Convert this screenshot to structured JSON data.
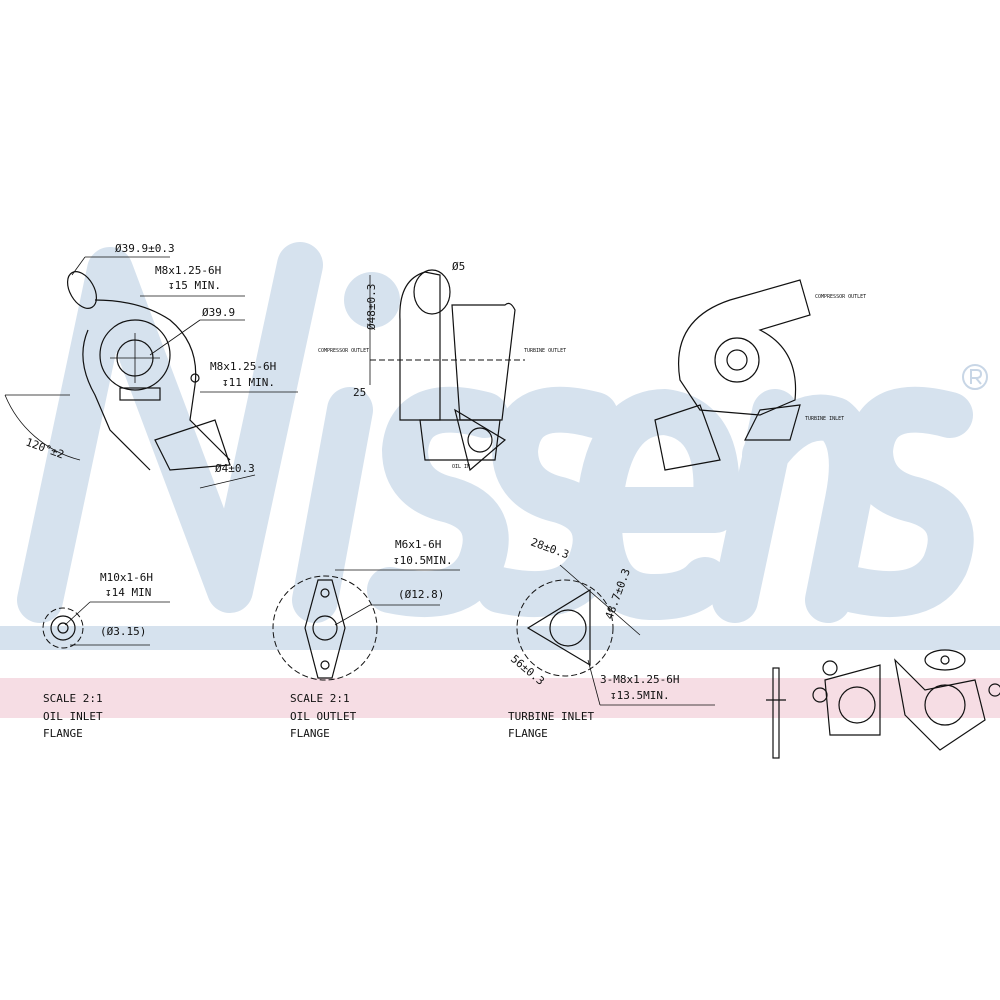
{
  "watermark": {
    "brand": "Nissens",
    "registered": "®",
    "color": "#d6e2ee"
  },
  "bands": {
    "blue": "#d6e2ee",
    "pink": "#f6dde4"
  },
  "front_view": {
    "dim_outlet_dia": "Ø39.9±0.3",
    "thread_1": "M8x1.25-6H",
    "depth_1": "↧15 MIN.",
    "dim_center_dia": "Ø39.9",
    "thread_2": "M8x1.25-6H",
    "depth_2": "↧11 MIN.",
    "angle": "120°±2",
    "dim_small_dia": "Ø4±0.3"
  },
  "side_view": {
    "dim_vertical": "Ø48±0.3",
    "dim_top": "Ø5",
    "dim_25": "25",
    "compressor_outlet": "COMPRESSOR OUTLET",
    "turbine_outlet": "TURBINE OUTLET",
    "oil_inlet": "OIL IN"
  },
  "rear_view": {
    "compressor_outlet": "COMPRESSOR OUTLET",
    "turbine_inlet": "TURBINE INLET"
  },
  "oil_inlet": {
    "thread": "M10x1-6H",
    "depth": "↧14 MIN",
    "dia": "(Ø3.15)",
    "scale": "SCALE 2:1",
    "name_1": "OIL INLET",
    "name_2": "FLANGE"
  },
  "oil_outlet": {
    "thread": "M6x1-6H",
    "depth": "↧10.5MIN.",
    "dia": "(Ø12.8)",
    "scale": "SCALE 2:1",
    "name_1": "OIL OUTLET",
    "name_2": "FLANGE"
  },
  "turbine_inlet": {
    "dim_top": "28±0.3",
    "dim_diag": "48.7±0.3",
    "dim_bottom": "56±0.3",
    "thread": "3-M8x1.25-6H",
    "depth": "↧13.5MIN.",
    "name_1": "TURBINE INLET",
    "name_2": "FLANGE"
  }
}
